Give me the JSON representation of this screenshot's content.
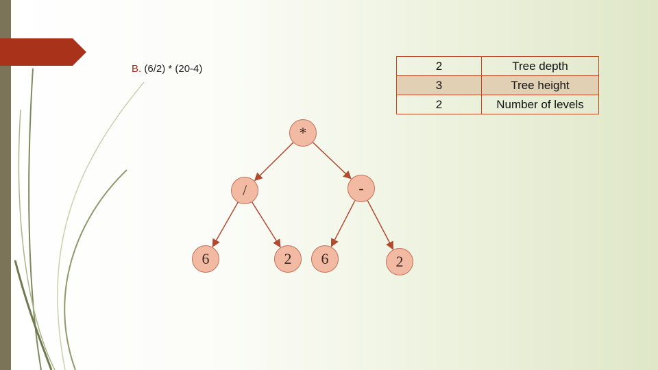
{
  "expression": {
    "prefix": "B.",
    "text": "(6/2) * (20-4)"
  },
  "info_table": [
    {
      "value": "2",
      "label": "Tree depth"
    },
    {
      "value": "3",
      "label": "Tree height"
    },
    {
      "value": "2",
      "label": "Number of levels"
    }
  ],
  "tree": {
    "nodes": [
      {
        "id": "root",
        "label": "*"
      },
      {
        "id": "div",
        "label": "/"
      },
      {
        "id": "sub",
        "label": "-"
      },
      {
        "id": "leaf1",
        "label": "6"
      },
      {
        "id": "leaf2",
        "label": "2"
      },
      {
        "id": "leaf3",
        "label": "6"
      },
      {
        "id": "leaf4",
        "label": "2"
      }
    ],
    "edges": [
      [
        "root",
        "div"
      ],
      [
        "root",
        "sub"
      ],
      [
        "div",
        "leaf1"
      ],
      [
        "div",
        "leaf2"
      ],
      [
        "sub",
        "leaf3"
      ],
      [
        "sub",
        "leaf4"
      ]
    ]
  },
  "colors": {
    "node_fill": "#f2b9a3",
    "edge": "#b04a30",
    "accent": "#a8321a",
    "table_border": "#bf4a25"
  }
}
